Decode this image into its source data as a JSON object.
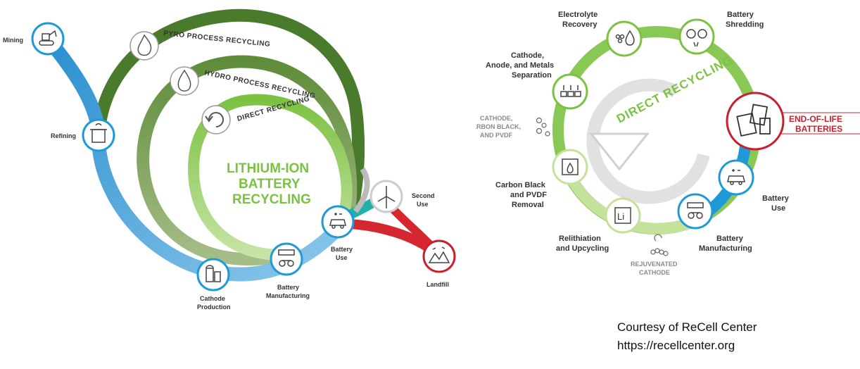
{
  "left_diagram": {
    "title_lines": [
      "LITHIUM-ION",
      "BATTERY",
      "RECYCLING"
    ],
    "loops": {
      "pyro": "PYRO PROCESS RECYCLING",
      "hydro": "HYDRO PROCESS RECYCLING",
      "direct": "DIRECT RECYCLING"
    },
    "nodes": {
      "mining": "Mining",
      "refining": "Refining",
      "cathode_production": [
        "Cathode",
        "Production"
      ],
      "battery_manufacturing": [
        "Battery",
        "Manufacturing"
      ],
      "battery_use": [
        "Battery",
        "Use"
      ],
      "second_use": [
        "Second",
        "Use"
      ],
      "landfill": "Landfill"
    }
  },
  "right_diagram": {
    "title": "DIRECT RECYCLING",
    "nodes": {
      "electrolyte_recovery": [
        "Electrolyte",
        "Recovery"
      ],
      "battery_shredding": [
        "Battery",
        "Shredding"
      ],
      "separation": [
        "Cathode,",
        "Anode, and Metals",
        "Separation"
      ],
      "end_of_life": [
        "END-OF-LIFE",
        "BATTERIES"
      ],
      "battery_use": [
        "Battery",
        "Use"
      ],
      "battery_manufacturing": [
        "Battery",
        "Manufacturing"
      ],
      "relithiation": [
        "Relithiation",
        "and Upcycling"
      ],
      "carbon_black_removal": [
        "Carbon Black",
        "and PVDF",
        "Removal"
      ]
    },
    "side_labels": {
      "cathode_carbon_black": [
        "CATHODE,",
        "CARBON BLACK,",
        "AND PVDF"
      ],
      "rejuvenated_cathode": [
        "REJUVENATED",
        "CATHODE"
      ]
    },
    "li_symbol": "Li"
  },
  "credit": {
    "line1": "Courtesy of ReCell Center",
    "line2": "https://recellcenter.org"
  },
  "colors": {
    "blue": "#1f9ad6",
    "dark_green": "#4a7a2c",
    "mid_green": "#7a9a52",
    "light_green": "#7cc242",
    "red": "#c8202f",
    "teal": "#20b2aa"
  }
}
